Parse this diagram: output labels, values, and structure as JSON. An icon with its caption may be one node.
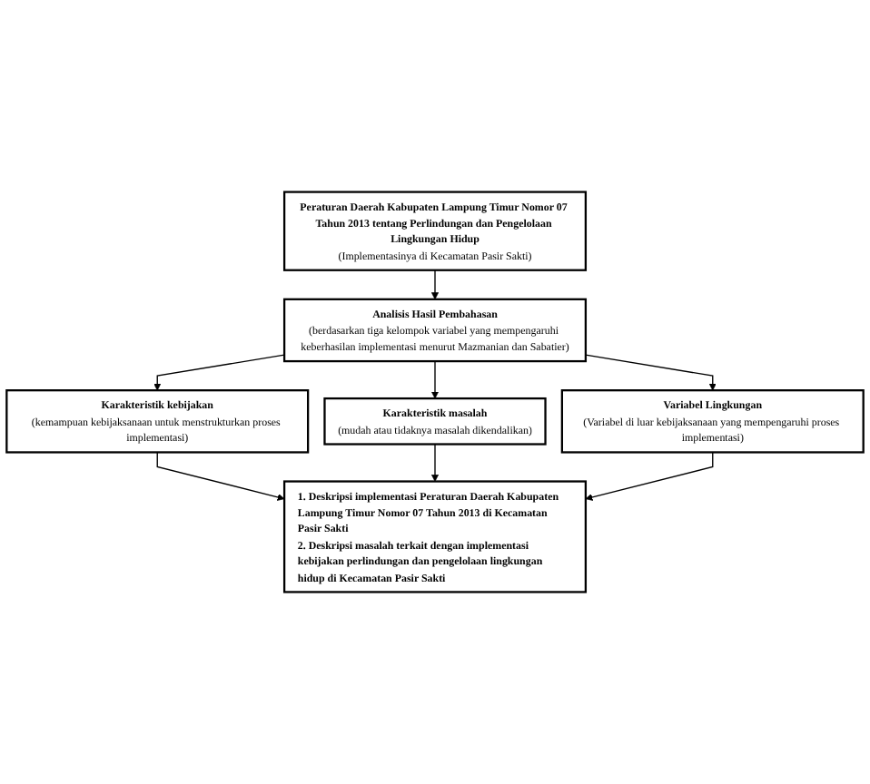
{
  "diagram": {
    "nodes": [
      {
        "text": [
          "Peraturan Daerah Kabupaten Lampung Timur Nomor 07 Tahun 2013 tentang Perlindungan dan Pengelolaan Lingkungan Hidup",
          "(Implementasinya di Kecamatan Pasir Sakti)"
        ]
      },
      {
        "text": [
          "Analisis Hasil Pembahasan",
          "(berdasarkan tiga kelompok variabel yang mempengaruhi keberhasilan implementasi menurut Mazmanian dan Sabatier)"
        ]
      },
      {
        "text": [
          "Karakteristik kebijakan",
          "(kemampuan kebijaksanaan untuk menstrukturkan proses implementasi)"
        ]
      },
      {
        "text": [
          "Karakteristik masalah",
          "(mudah atau tidaknya masalah dikendalikan)"
        ]
      },
      {
        "text": [
          "Variabel Lingkungan",
          "(Variabel di luar kebijaksanaan yang mempengaruhi proses implementasi)"
        ]
      },
      {
        "text": [
          "1. Deskripsi implementasi Peraturan Daerah Kabupaten Lampung Timur Nomor 07 Tahun 2013 di Kecamatan Pasir Sakti",
          "2. Deskripsi masalah terkait dengan implementasi kebijakan perlindungan dan pengelolaan lingkungan hidup di Kecamatan Pasir Sakti"
        ]
      }
    ],
    "edges": [
      {
        "from": 0,
        "to": 1,
        "arrow": "to"
      },
      {
        "from": 1,
        "to": 2,
        "arrow": "to"
      },
      {
        "from": 1,
        "to": 3,
        "arrow": "to"
      },
      {
        "from": 1,
        "to": 4,
        "arrow": "to"
      },
      {
        "from": 2,
        "to": 5,
        "arrow": "to"
      },
      {
        "from": 3,
        "to": 5,
        "arrow": "to"
      },
      {
        "from": 4,
        "to": 5,
        "arrow": "to"
      }
    ]
  }
}
